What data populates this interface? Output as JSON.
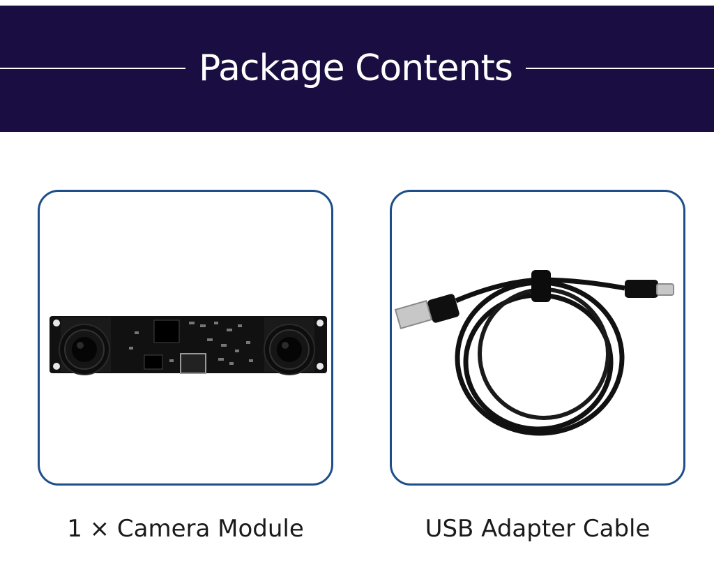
{
  "header": {
    "title": "Package Contents",
    "background": "#1a0d42"
  },
  "items": [
    {
      "label": "1 × Camera Module",
      "icon": "camera-module-image"
    },
    {
      "label": "USB Adapter Cable",
      "icon": "usb-cable-image"
    }
  ],
  "colors": {
    "card_border": "#1d4e8a",
    "text": "#1a1a1a"
  }
}
